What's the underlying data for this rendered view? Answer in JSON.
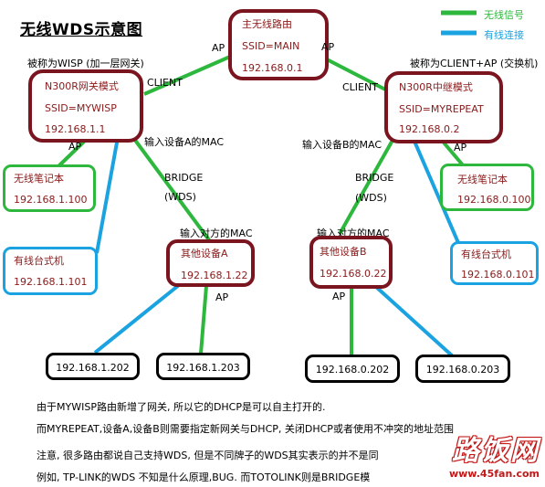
{
  "title": "无线WDS示意图",
  "legend": {
    "wireless": "无线信号",
    "wired": "有线连接",
    "wireless_color": "#2db83d",
    "wired_color": "#1aa3e0"
  },
  "main_router": {
    "line1": "主无线路由",
    "line2": "SSID=MAIN",
    "line3": "192.168.0.1"
  },
  "left_router": {
    "caption": "被称为WISP (加一层网关)",
    "line1": "N300R网关模式",
    "line2": "SSID=MYWISP",
    "line3": "192.168.1.1"
  },
  "right_router": {
    "caption": "被称为CLIENT+AP (交换机)",
    "line1": "N300R中继模式",
    "line2": "SSID=MYREPEAT",
    "line3": "192.168.0.2"
  },
  "labels": {
    "ap": "AP",
    "client": "CLIENT",
    "input_mac_a": "输入设备A的MAC",
    "input_mac_b": "输入设备B的MAC",
    "bridge": "BRIDGE",
    "wds": "(WDS)",
    "input_peer_mac": "输入对方的MAC"
  },
  "left_laptop": {
    "line1": "无线笔记本",
    "line2": "192.168.1.100"
  },
  "left_desktop": {
    "line1": "有线台式机",
    "line2": "192.168.1.101"
  },
  "right_laptop": {
    "line1": "无线笔记本",
    "line2": "192.168.0.100"
  },
  "right_desktop": {
    "line1": "有线台式机",
    "line2": "192.168.0.101"
  },
  "device_a": {
    "line1": "其他设备A",
    "line2": "192.168.1.22"
  },
  "device_b": {
    "line1": "其他设备B",
    "line2": "192.168.0.22"
  },
  "clients": [
    "192.168.1.202",
    "192.168.1.203",
    "192.168.0.202",
    "192.168.0.203"
  ],
  "notes": [
    "由于MYWISP路由新增了网关, 所以它的DHCP是可以自主打开的.",
    "而MYREPEAT,设备A,设备B则需要指定新网关与DHCP, 关闭DHCP或者使用不冲突的地址范围",
    "注意, 很多路由都说自己支持WDS, 但是不同牌子的WDS其实表示的并不是同",
    "例如, TP-LINK的WDS 不知是什么原理,BUG.  而TOTOLINK则是BRIDGE模"
  ],
  "watermark": {
    "main": "路饭网",
    "url": "www.45fan.com"
  }
}
